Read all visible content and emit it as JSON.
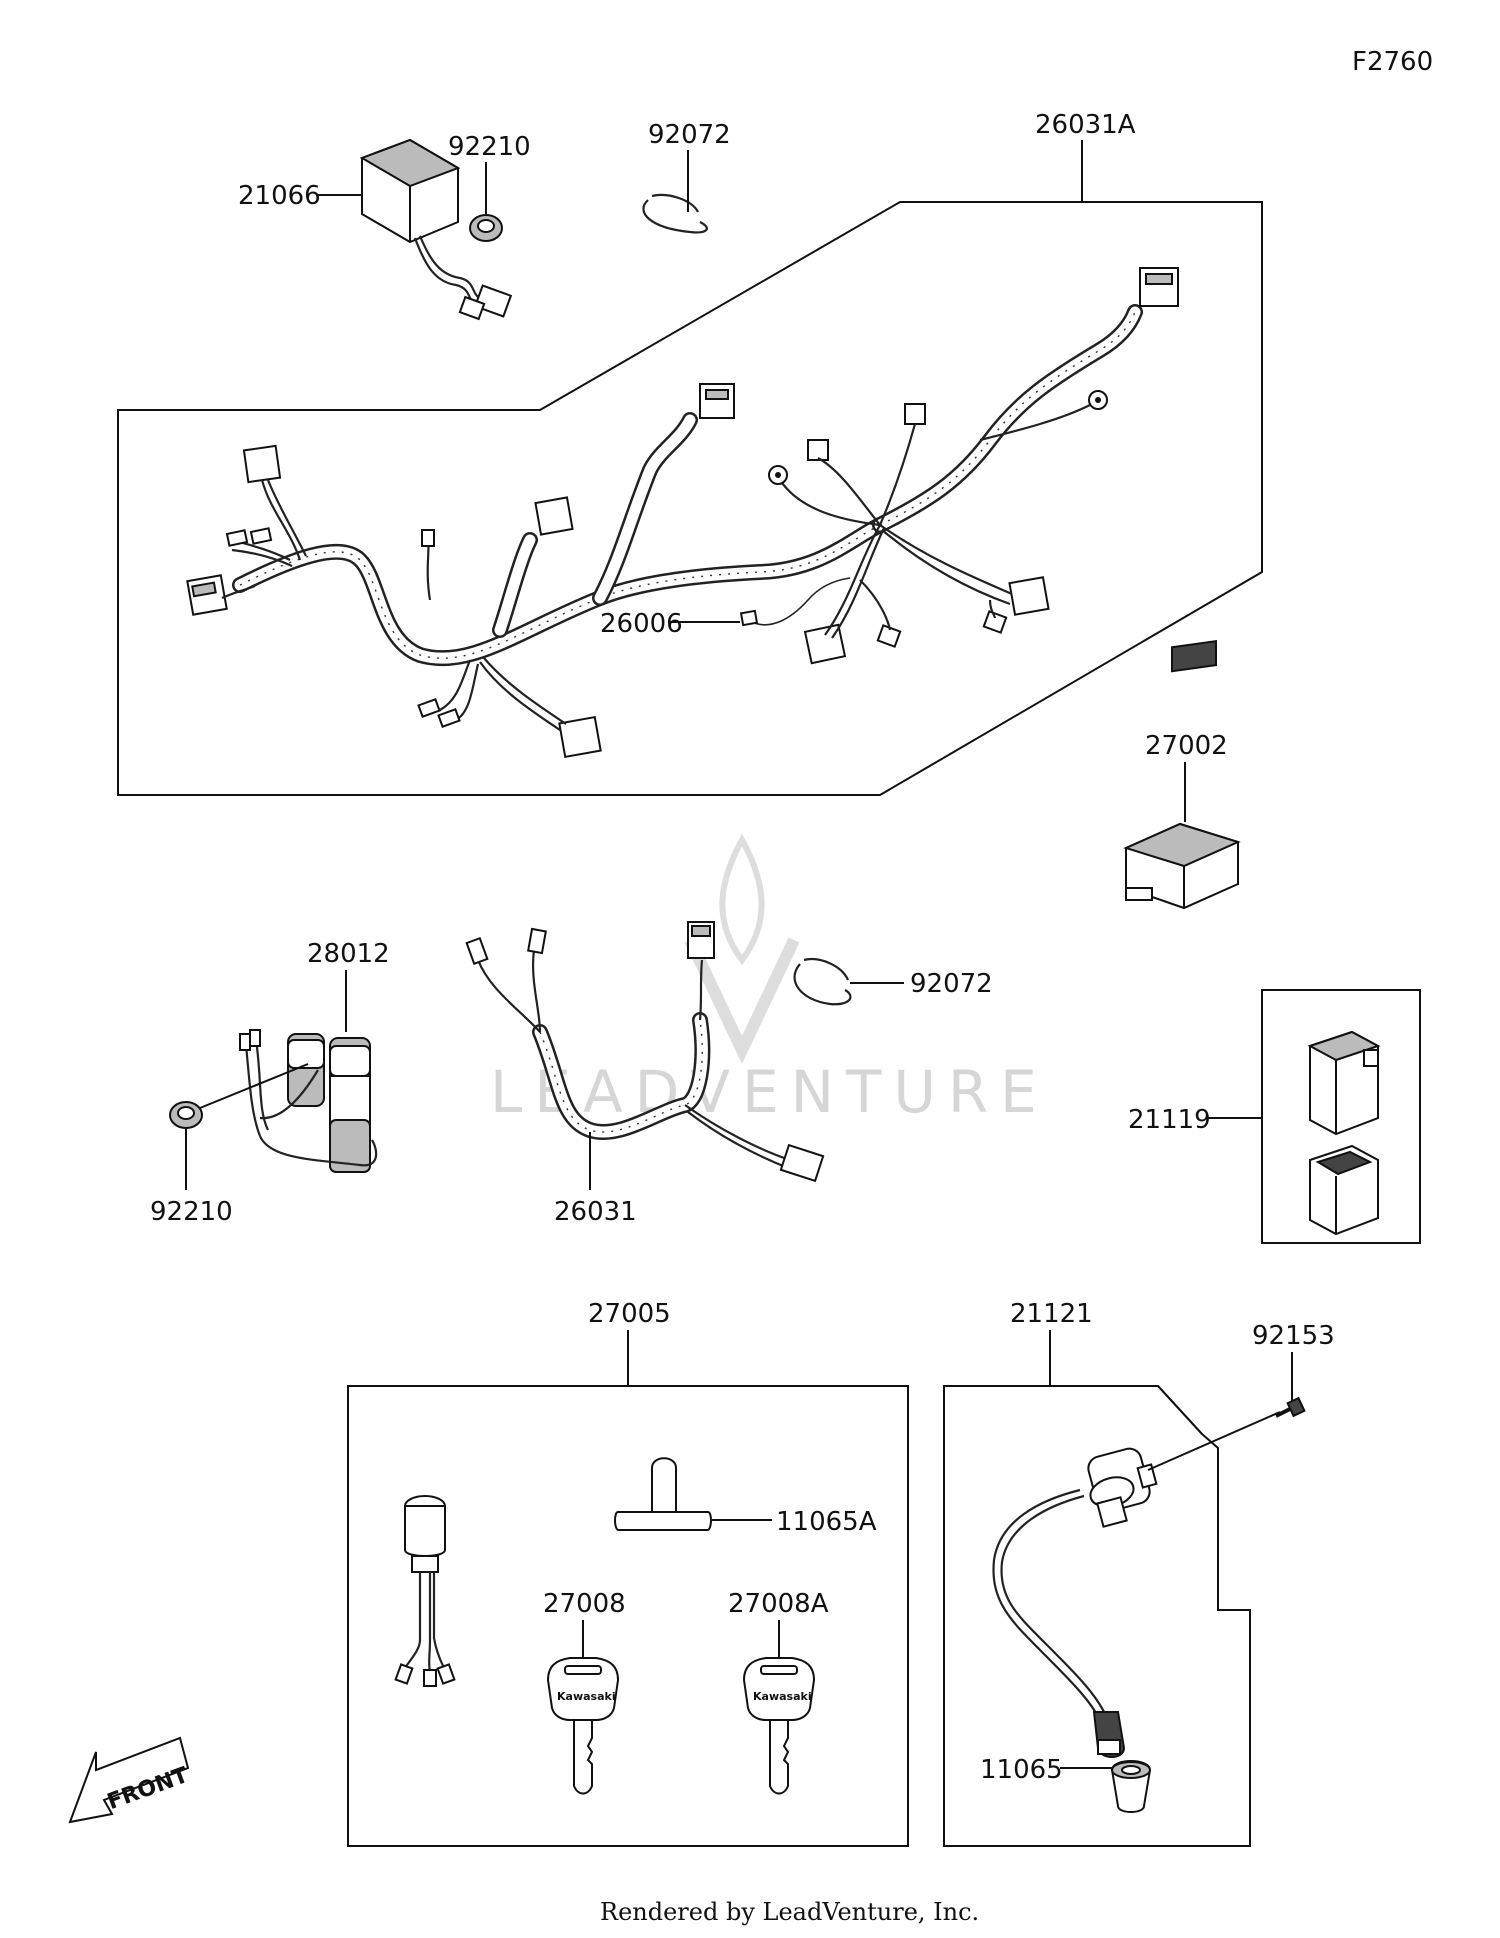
{
  "figure_code": "F2760",
  "watermark": "LEADVENTURE",
  "footer": "Rendered by LeadVenture, Inc.",
  "front_label": "FRONT",
  "key_brand": "Kawasaki",
  "parts": {
    "regulator": "21066",
    "nut_top": "92210",
    "clamp_top": "92072",
    "harness_main": "26031A",
    "connector_26006": "26006",
    "relay_27002": "27002",
    "grip_heater": "28012",
    "nut_bottom": "92210",
    "sub_harness": "26031",
    "clamp_bottom": "92072",
    "igniter_21119": "21119",
    "switch_set": "27005",
    "cap_11065A": "11065A",
    "key_27008": "27008",
    "key_27008A": "27008A",
    "coil_21121": "21121",
    "screw_92153": "92153",
    "cap_11065": "11065"
  }
}
